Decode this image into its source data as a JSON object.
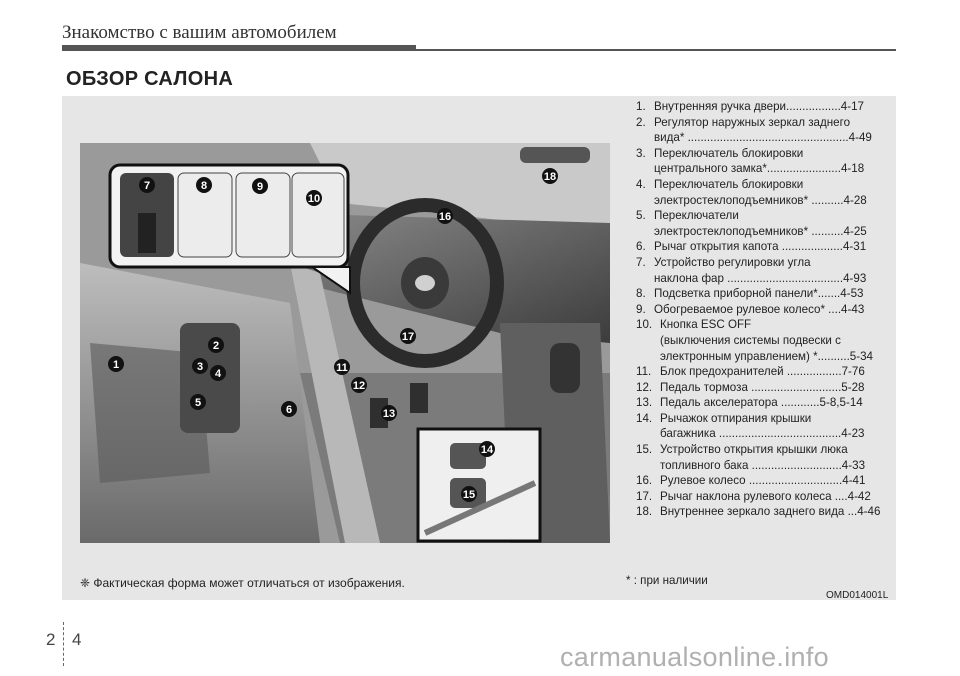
{
  "header": {
    "title": "Знакомство с вашим автомобилем"
  },
  "section": {
    "title": "ОБЗОР САЛОНА"
  },
  "items": [
    {
      "num": "1.",
      "text": "Внутренняя ручка двери.................4-17"
    },
    {
      "num": "2.",
      "text": "Регулятор наружных зеркал заднего\nвида* ..................................................4-49"
    },
    {
      "num": "3.",
      "text": "Переключатель блокировки\nцентрального замка*.......................4-18"
    },
    {
      "num": "4.",
      "text": "Переключатель блокировки\nэлектростеклоподъемников* ..........4-28"
    },
    {
      "num": "5.",
      "text": "Переключатели\nэлектростеклоподъемников* ..........4-25"
    },
    {
      "num": "6.",
      "text": "Рычаг открытия капота ...................4-31"
    },
    {
      "num": "7.",
      "text": "Устройство регулировки угла\nнаклона фар ....................................4-93"
    },
    {
      "num": "8.",
      "text": "Подсветка приборной панели*.......4-53"
    },
    {
      "num": "9.",
      "text": "Обогреваемое рулевое колесо* ....4-43"
    },
    {
      "num": "10.",
      "text": "Кнопка ESC OFF\n(выключения системы подвески с\nэлектронным управлением) *..........5-34"
    },
    {
      "num": "11.",
      "text": "Блок предохранителей .................7-76"
    },
    {
      "num": "12.",
      "text": "Педаль тормоза ............................5-28"
    },
    {
      "num": "13.",
      "text": "Педаль акселератора ............5-8,5-14"
    },
    {
      "num": "14.",
      "text": "Рычажок отпирания крышки\nбагажника ......................................4-23"
    },
    {
      "num": "15.",
      "text": "Устройство открытия крышки люка\nтопливного бака ............................4-33"
    },
    {
      "num": "16.",
      "text": "Рулевое колесо .............................4-41"
    },
    {
      "num": "17.",
      "text": "Рычаг наклона рулевого колеса ....4-42"
    },
    {
      "num": "18.",
      "text": "Внутреннее зеркало заднего вида ...4-46"
    }
  ],
  "note": "* : при наличии",
  "footnote": "❈ Фактическая форма может отличаться от изображения.",
  "image_code": "OMD014001L",
  "callouts": [
    "1",
    "2",
    "3",
    "4",
    "5",
    "6",
    "7",
    "8",
    "9",
    "10",
    "11",
    "12",
    "13",
    "14",
    "15",
    "16",
    "17",
    "18"
  ],
  "page": {
    "left": "2",
    "right": "4"
  },
  "watermark": "carmanualsonline.info"
}
